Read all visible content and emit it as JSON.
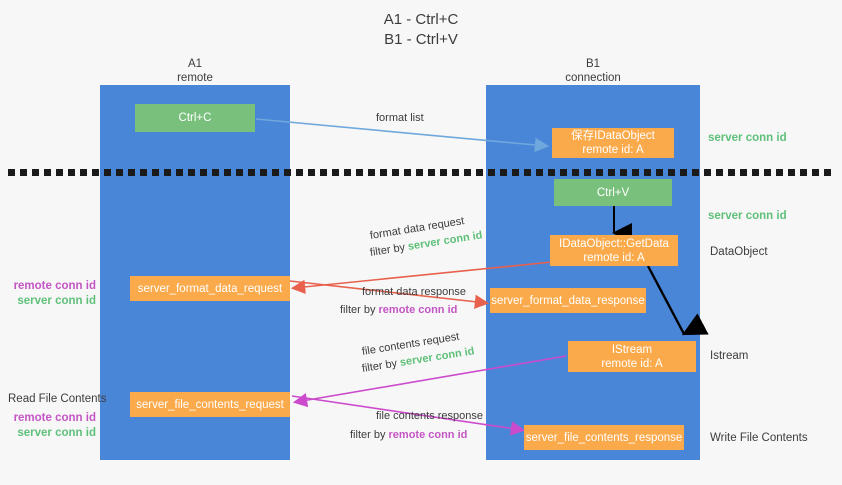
{
  "title": {
    "line1": "A1 - Ctrl+C",
    "line2": "B1 - Ctrl+V"
  },
  "lanes": [
    {
      "name": "A1",
      "sub": "remote"
    },
    {
      "name": "B1",
      "sub": "connection"
    }
  ],
  "boxes": {
    "ctrl_c": "Ctrl+C",
    "ctrl_v": "Ctrl+V",
    "idataobject_title": "保存IDataObject",
    "idataobject_sub": "remote id: A",
    "getdata_title": "IDataObject::GetData",
    "getdata_sub": "remote id: A",
    "istream_title": "IStream",
    "istream_sub": "remote id: A",
    "server_format_data_request": "server_format_data_request",
    "server_format_data_response": "server_format_data_response",
    "server_file_contents_request": "server_file_contents_request",
    "server_file_contents_response": "server_file_contents_response"
  },
  "arrows": {
    "format_list": "format list",
    "format_data_request": "format data request",
    "format_data_request_filter_prefix": "filter by ",
    "format_data_request_filter_key": "server conn id",
    "format_data_response": "format data response",
    "format_data_response_filter_prefix": "filter by ",
    "format_data_response_filter_key": "remote conn id",
    "file_contents_request": "file contents request",
    "file_contents_request_filter_prefix": "filter by ",
    "file_contents_request_filter_key": "server conn id",
    "file_contents_response": "file contents response",
    "file_contents_response_filter_prefix": "filter by ",
    "file_contents_response_filter_key": "remote conn id"
  },
  "right_notes": {
    "server_conn_id_1": "server conn id",
    "server_conn_id_2": "server conn id",
    "data_object": "DataObject",
    "istream": "Istream",
    "write_file_contents": "Write File Contents"
  },
  "left_notes": {
    "remote_conn_id_1": "remote conn id",
    "server_conn_id_1": "server conn id",
    "read_file_contents": "Read File Contents",
    "remote_conn_id_2": "remote conn id",
    "server_conn_id_2": "server conn id"
  },
  "colors": {
    "lane": "#4a86d8",
    "green_box": "#79c07d",
    "orange_box": "#fbaa4b",
    "green_text": "#5fc07a",
    "magenta_text": "#c455c4",
    "light_blue_arrow": "#6fa8dc",
    "red_arrow": "#e8614d",
    "magenta_arrow": "#cc4bcc",
    "black_arrow": "#000000",
    "background": "#f7f7f7"
  }
}
